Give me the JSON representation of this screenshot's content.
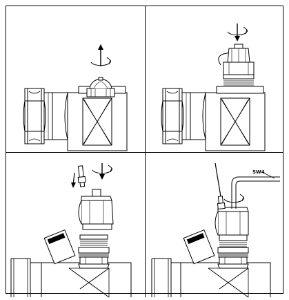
{
  "diagram": {
    "panels": [
      {
        "id": "step-1",
        "description_icon": "rotate-counterclockwise-arrow-up-icon"
      },
      {
        "id": "step-2",
        "description_icon": "rotate-arrow-down-icon"
      },
      {
        "id": "step-3",
        "description_icon": "insert-pin-arrow-down-icon"
      },
      {
        "id": "step-4",
        "description_icon": "hex-key-rotate-icon"
      }
    ],
    "wrench_label": "SW4",
    "colors": {
      "line": "#000000",
      "background": "#ffffff"
    }
  }
}
